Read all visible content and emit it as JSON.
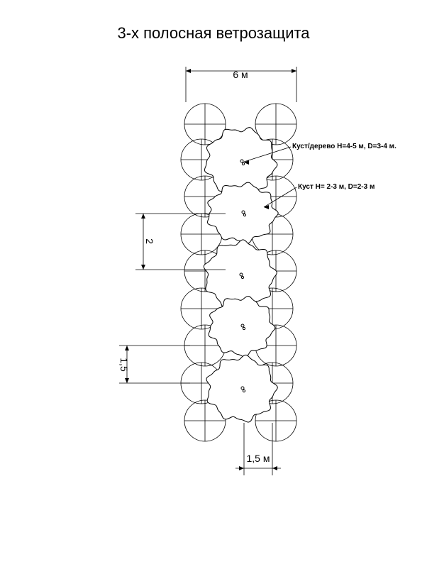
{
  "title": "3-х полосная ветрозащита",
  "dims": {
    "width_label": "6 м",
    "bottom_label": "1,5 м",
    "left_gap_label": "2",
    "left_small_label": "1,5"
  },
  "callouts": {
    "tree": "Куст/дерево H=4-5 м, D=3-4 м.",
    "shrub": "Куст H= 2-3 м, D=2-3 м"
  },
  "colors": {
    "line": "#000000",
    "background": "#ffffff"
  }
}
